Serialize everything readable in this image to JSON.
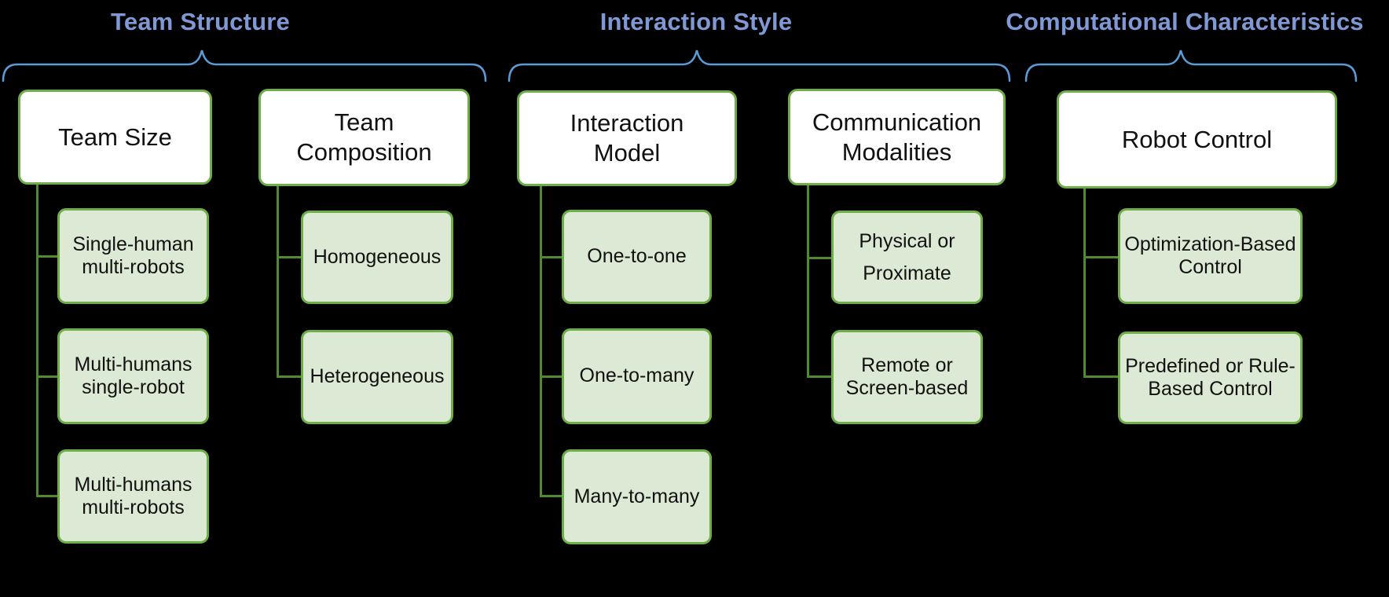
{
  "diagram": {
    "title_groups": [
      {
        "label": "Team Structure"
      },
      {
        "label": "Interaction Style"
      },
      {
        "label": "Computational Characteristics"
      }
    ],
    "columns": [
      {
        "header": "Team Size",
        "children": [
          "Single-human\nmulti-robots",
          "Multi-humans\nsingle-robot",
          "Multi-humans\nmulti-robots"
        ]
      },
      {
        "header": "Team\nComposition",
        "children": [
          "Homogeneous",
          "Heterogeneous"
        ]
      },
      {
        "header": "Interaction\nModel",
        "children": [
          "One-to-one",
          "One-to-many",
          "Many-to-many"
        ]
      },
      {
        "header": "Communication\nModalities",
        "children": [
          "Physical or\nProximate",
          "Remote or\nScreen-based"
        ]
      },
      {
        "header": "Robot Control",
        "children": [
          "Optimization-Based\nControl",
          "Predefined or Rule-\nBased Control"
        ]
      }
    ],
    "colors": {
      "background": "#000000",
      "group_label_blue": "#7E99D3",
      "brace_blue": "#5B9BD5",
      "node_border_green": "#6FAD47",
      "child_fill_green": "#DCE9D5",
      "header_fill_white": "#FFFFFF",
      "connector_green": "#4F8A2D",
      "text": "#111111"
    }
  }
}
